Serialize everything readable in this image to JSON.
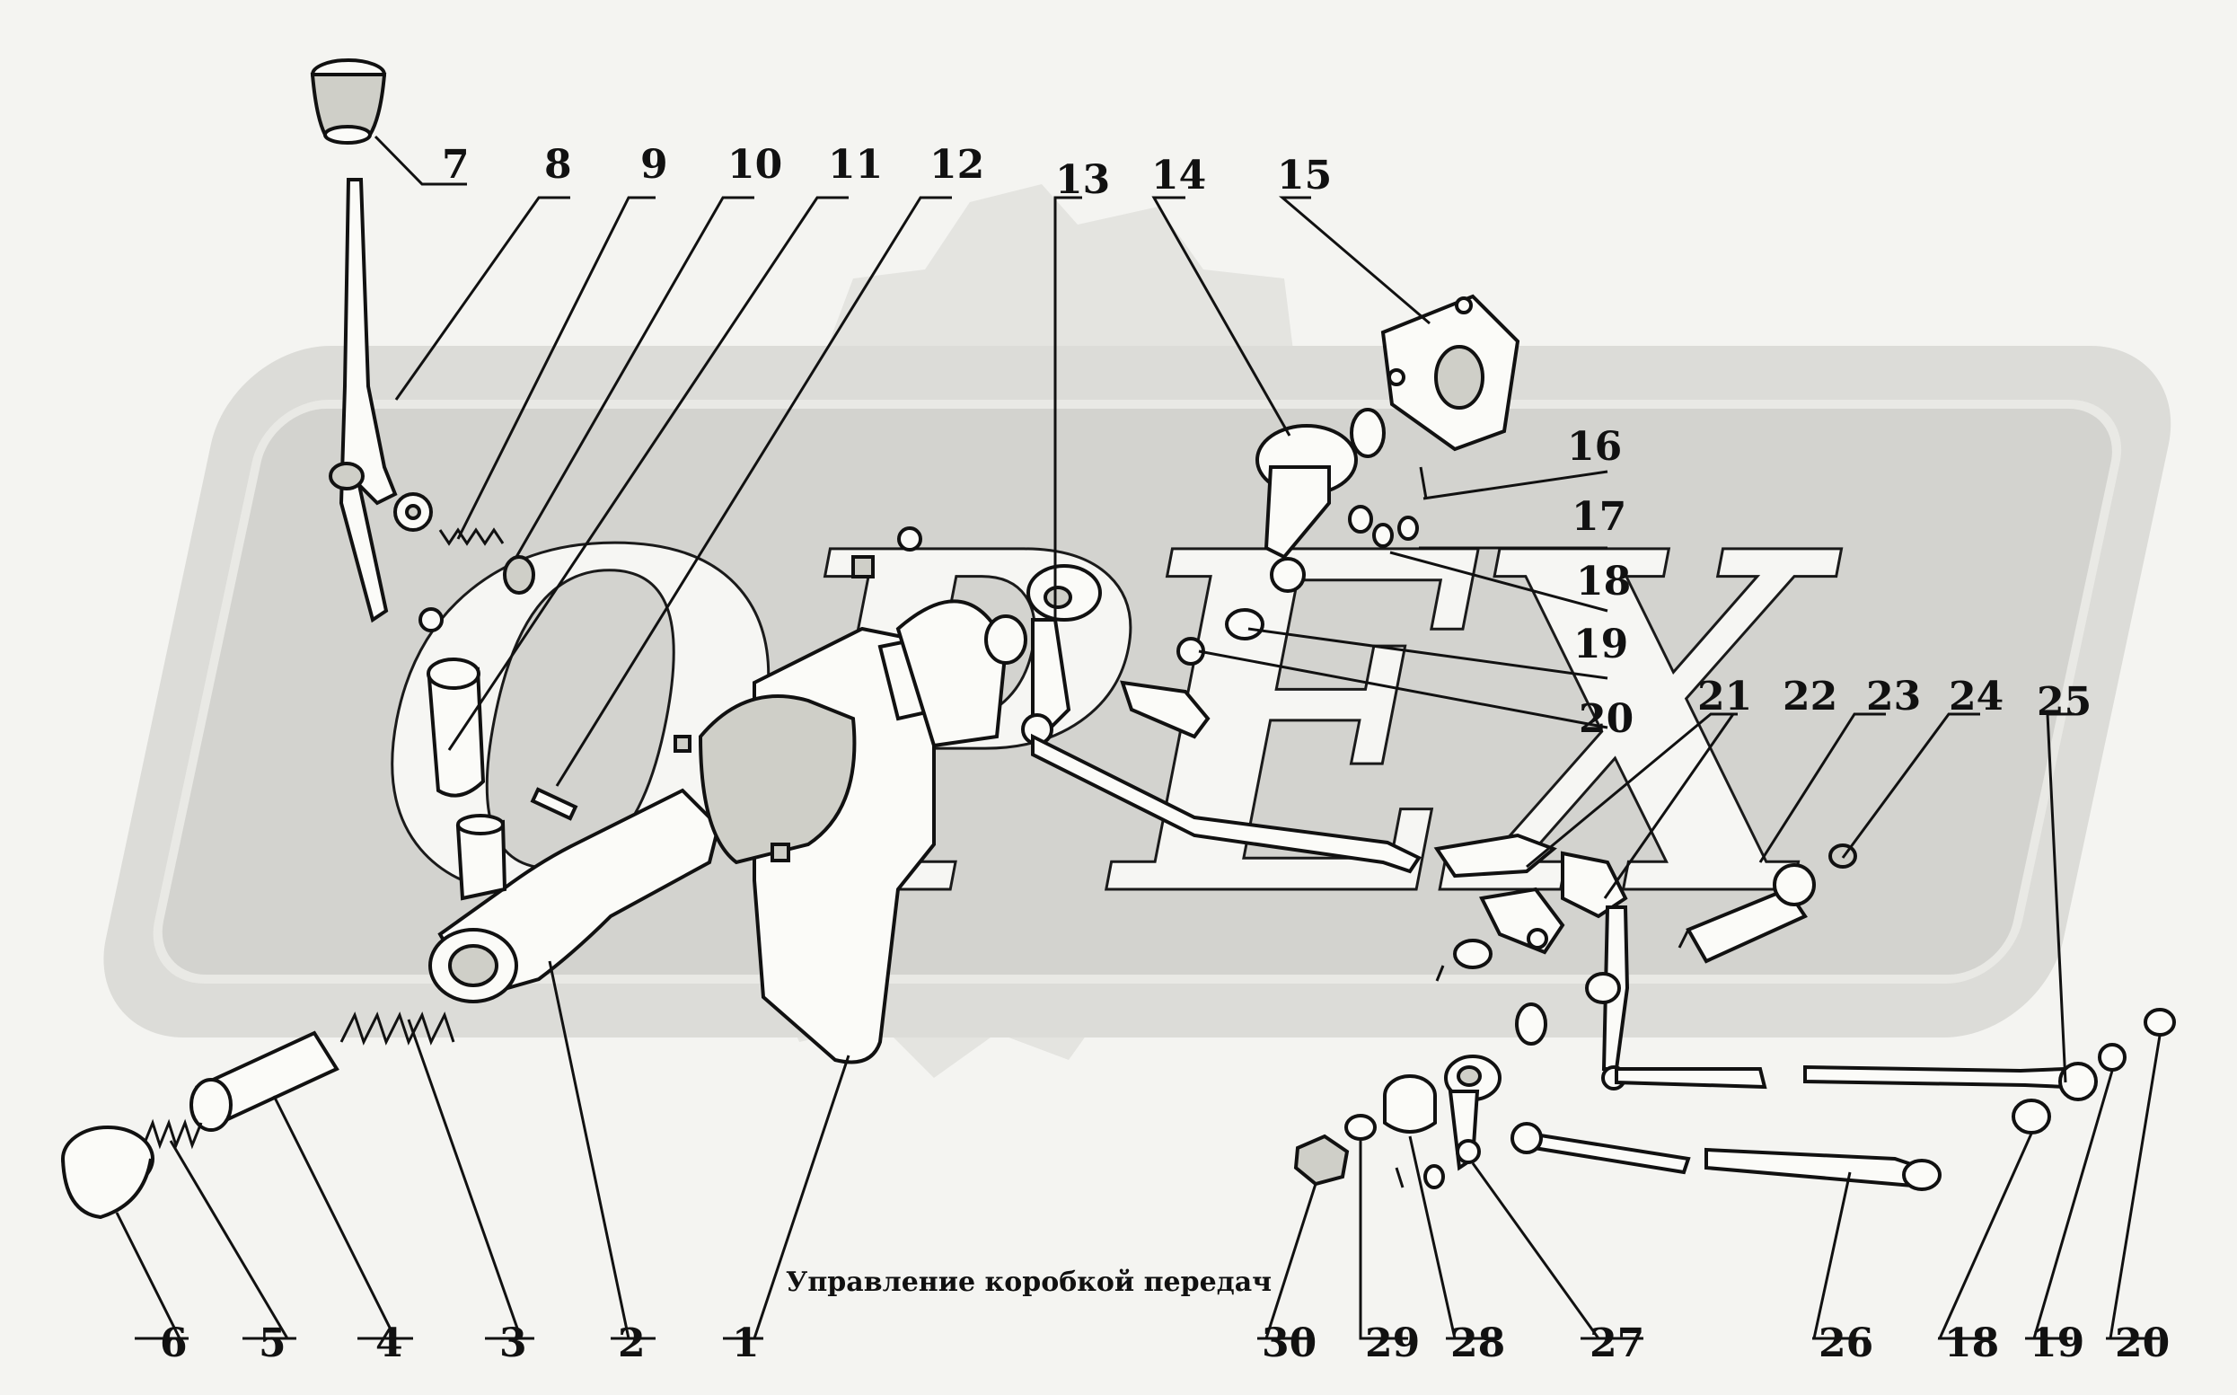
{
  "caption": "Управление коробкой передач",
  "watermark": {
    "text": "OPEX",
    "color": "#d6d6d2"
  },
  "callouts": [
    "1",
    "2",
    "3",
    "4",
    "5",
    "6",
    "7",
    "8",
    "9",
    "10",
    "11",
    "12",
    "13",
    "14",
    "15",
    "16",
    "17",
    "18",
    "19",
    "20",
    "21",
    "22",
    "23",
    "24",
    "25",
    "26",
    "27",
    "28",
    "29",
    "30",
    "18",
    "19",
    "20"
  ]
}
